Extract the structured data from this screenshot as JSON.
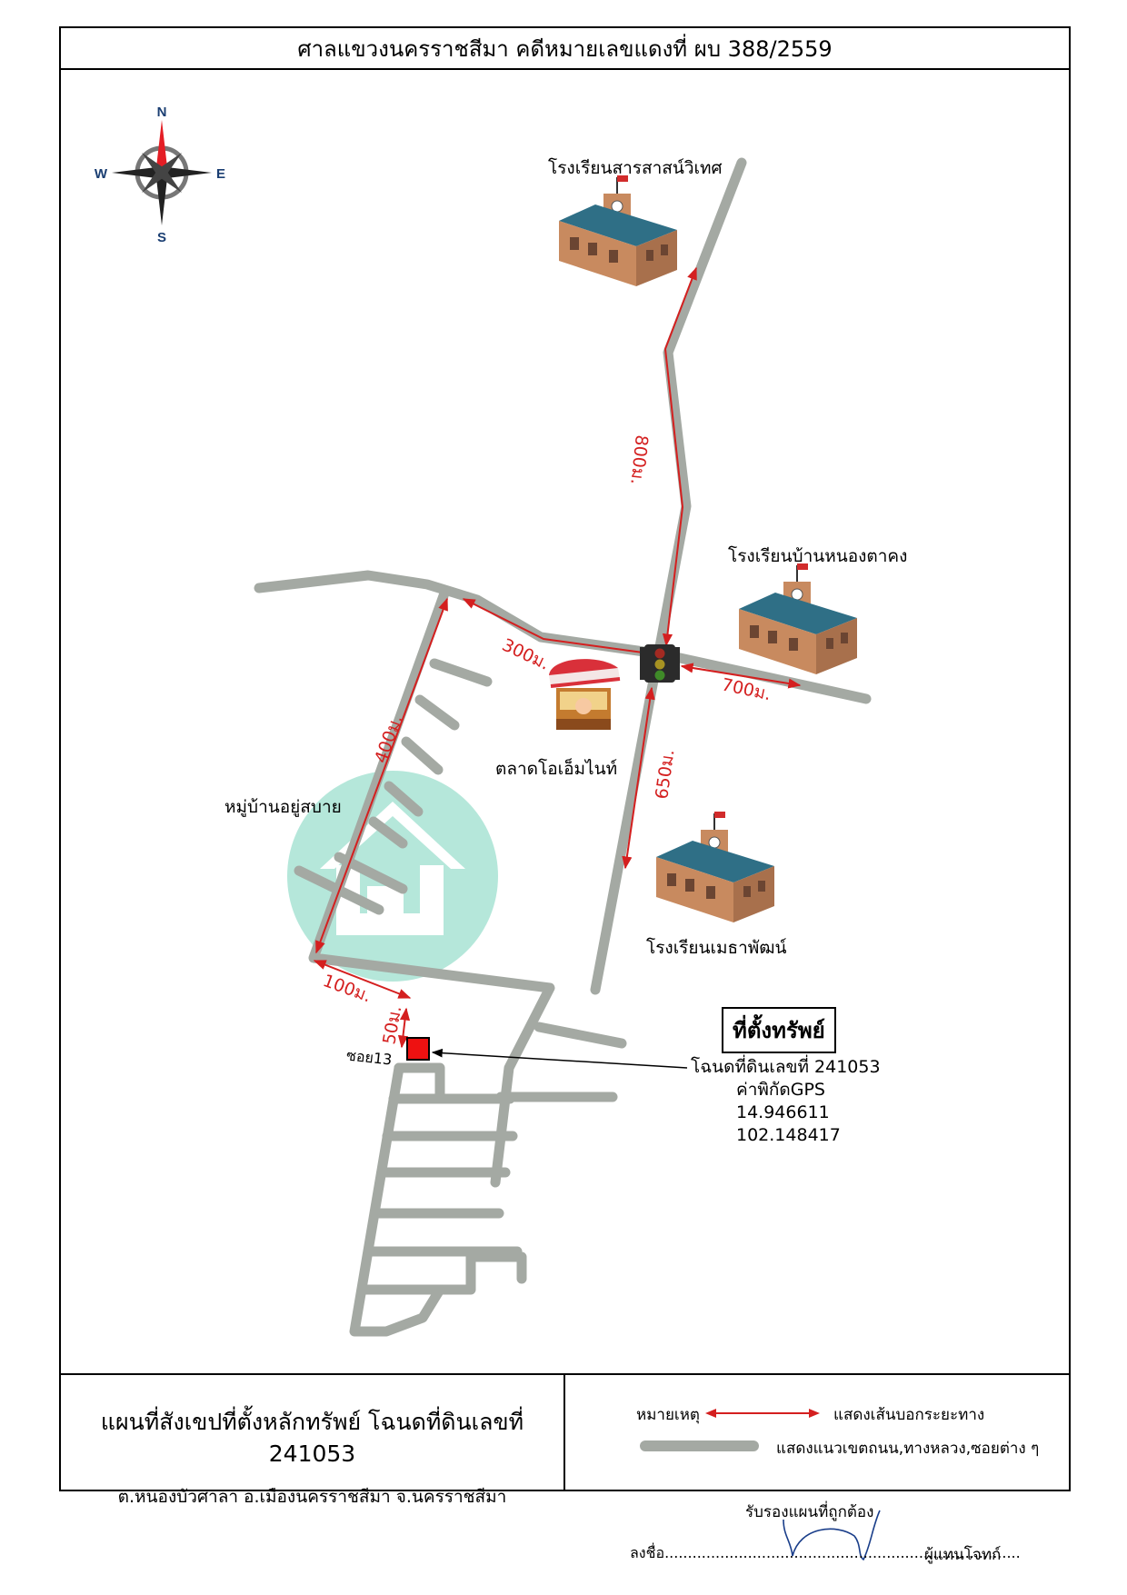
{
  "header": {
    "title": "ศาลแขวงนครราชสีมา คดีหมายเลขแดงที่ ผบ 388/2559"
  },
  "compass": {
    "n": "N",
    "s": "S",
    "e": "E",
    "w": "W",
    "color_accent": "#e41e25"
  },
  "landmarks": {
    "school_1": "โรงเรียนสารสาสน์วิเทศ",
    "school_2": "โรงเรียนบ้านหนองตาคง",
    "school_3": "โรงเรียนเมธาพัฒน์",
    "market": "ตลาดโอเอ็มไนท์",
    "village": "หมู่บ้านอยู่สบาย",
    "soi": "ซอย13"
  },
  "distances": {
    "d800": "800ม.",
    "d300": "300ม.",
    "d700": "700ม.",
    "d400": "400ม.",
    "d650": "650ม.",
    "d100": "100ม.",
    "d50": "50ม."
  },
  "property": {
    "heading": "ที่ตั้งทรัพย์",
    "deed": "โฉนดที่ดินเลขที่ 241053",
    "gps_label": "ค่าพิกัดGPS",
    "lat": "14.946611",
    "lon": "102.148417",
    "marker_color": "#ee1111"
  },
  "footer": {
    "title": "แผนที่สังเขปที่ตั้งหลักทรัพย์ โฉนดที่ดินเลขที่ 241053",
    "address": "ต.หนองบัวศาลา อ.เมืองนครราชสีมา จ.นครราชสีมา",
    "legend_label": "หมายเหตุ",
    "legend_arrow_text": "แสดงเส้นบอกระยะทาง",
    "legend_road_text": "แสดงแนวเขตถนน,ทางหลวง,ซอยต่าง ๆ",
    "road_color": "#a4a9a3",
    "arrow_color": "#d41f1f"
  },
  "signature": {
    "certify": "รับรองแผนที่ถูกต้อง",
    "sign_prefix": "ลงชื่อ.............................................................................",
    "sign_suffix": "ผู้แทนโจทก์"
  }
}
